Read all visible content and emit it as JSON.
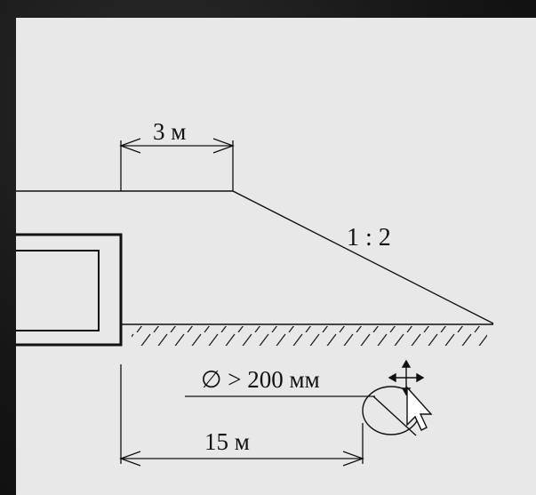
{
  "drawing": {
    "dim_top": "3 м",
    "slope": "1 : 2",
    "pipe_diameter": "∅ > 200 мм",
    "dim_bottom": "15 м"
  },
  "colors": {
    "background_outer": "#161616",
    "panel": "#e8e8e8",
    "ink": "#111111"
  },
  "icons": [
    "move-cursor-icon",
    "arrow-cursor-icon"
  ]
}
